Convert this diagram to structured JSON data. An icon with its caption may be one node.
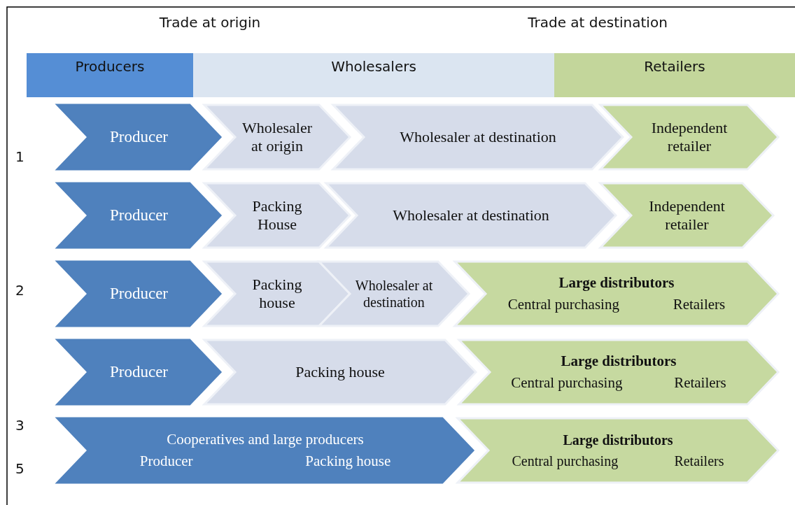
{
  "diagram": {
    "nodes": [
      {
        "text": [
          "Producers"
        ]
      },
      {
        "text": [
          "Wholesalers"
        ]
      },
      {
        "text": [
          "Retailers"
        ]
      },
      {
        "text": [
          "Producer"
        ]
      },
      {
        "text": [
          "Wholesaler at origin"
        ]
      },
      {
        "text": [
          "Wholesaler at destination"
        ]
      },
      {
        "text": [
          "Independent retailer"
        ]
      },
      {
        "text": [
          "Producer"
        ]
      },
      {
        "text": [
          "Packing House"
        ]
      },
      {
        "text": [
          "Wholesaler at destination"
        ]
      },
      {
        "text": [
          "Independent retailer"
        ]
      },
      {
        "text": [
          "Producer"
        ]
      },
      {
        "text": [
          "Packing house"
        ]
      },
      {
        "text": [
          "Wholesaler at destination"
        ]
      },
      {
        "text": [
          "Large distributors",
          "Central purchasing",
          "Retailers"
        ]
      },
      {
        "text": [
          "Producer"
        ]
      },
      {
        "text": [
          "Packing house"
        ]
      },
      {
        "text": [
          "Large distributors",
          "Central purchasing",
          "Retailers"
        ]
      },
      {
        "text": [
          "Cooperatives and large producers",
          "Producer",
          "Packing house"
        ]
      },
      {
        "text": [
          "Large distributors",
          "Central purchasing",
          "Retailers"
        ]
      }
    ],
    "labels": [
      "Trade at origin",
      "Trade at destination",
      "1",
      "2",
      "3",
      "5"
    ]
  }
}
